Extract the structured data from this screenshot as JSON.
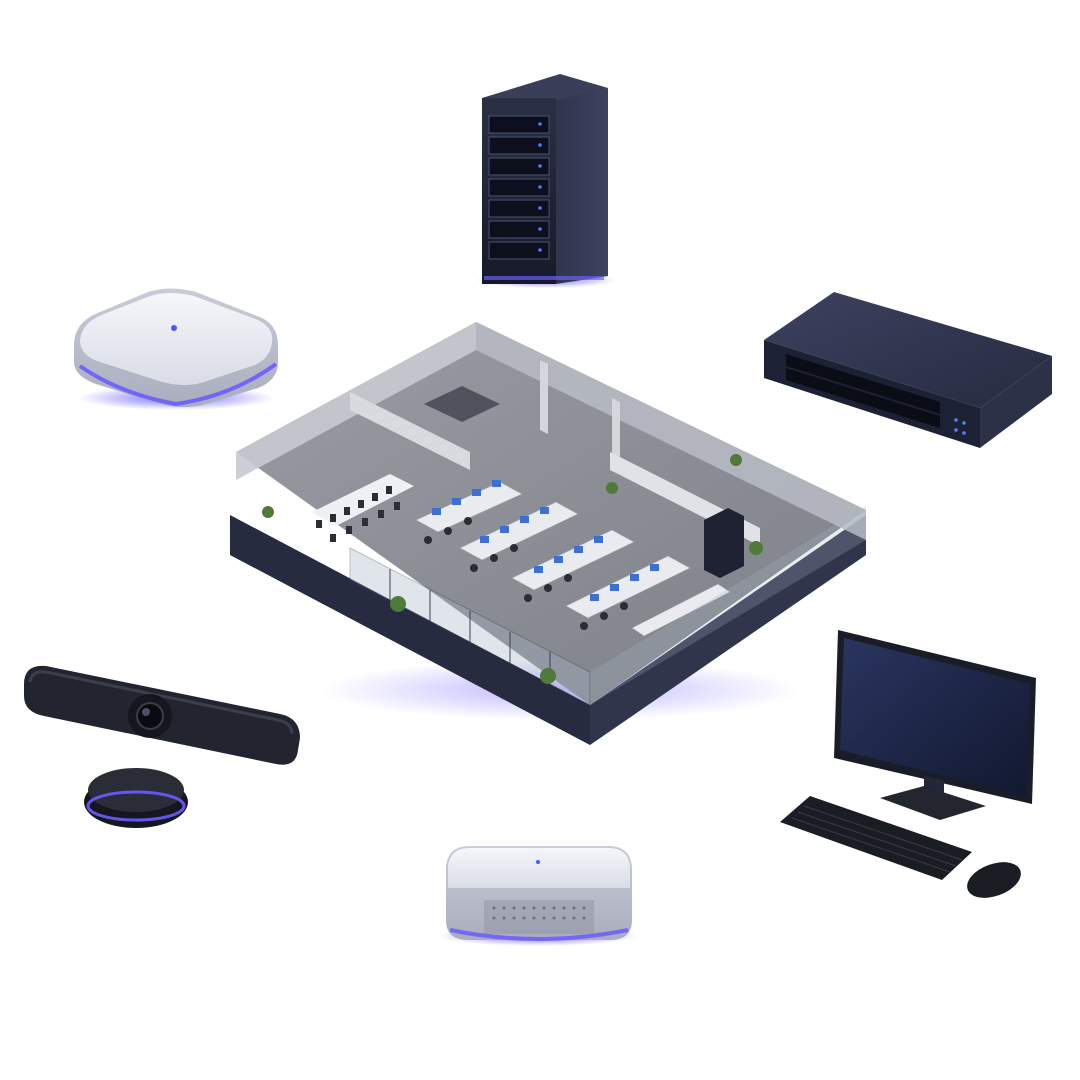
{
  "scene": {
    "background": "#ffffff",
    "accent_glow": "#5b4cff",
    "device_dark": "#1f2438",
    "device_light": "#e4e6ee",
    "floor": "#8c8f96",
    "desk": "#e9ebef",
    "chair": "#2a2c36",
    "screen": "#3d6fd6",
    "plant": "#4f7a3a"
  },
  "devices": [
    {
      "id": "server-rack",
      "icon": "server-rack-icon"
    },
    {
      "id": "wifi-access-point",
      "icon": "wifi-access-point-icon"
    },
    {
      "id": "network-switch",
      "icon": "network-switch-icon"
    },
    {
      "id": "office-floorplan",
      "icon": "office-floorplan-icon"
    },
    {
      "id": "video-conference-bar",
      "icon": "conference-camera-icon"
    },
    {
      "id": "speakerphone-puck",
      "icon": "speakerphone-icon"
    },
    {
      "id": "desktop-workstation",
      "icon": "desktop-monitor-icon"
    },
    {
      "id": "mini-pc-gateway",
      "icon": "mini-pc-icon"
    }
  ]
}
